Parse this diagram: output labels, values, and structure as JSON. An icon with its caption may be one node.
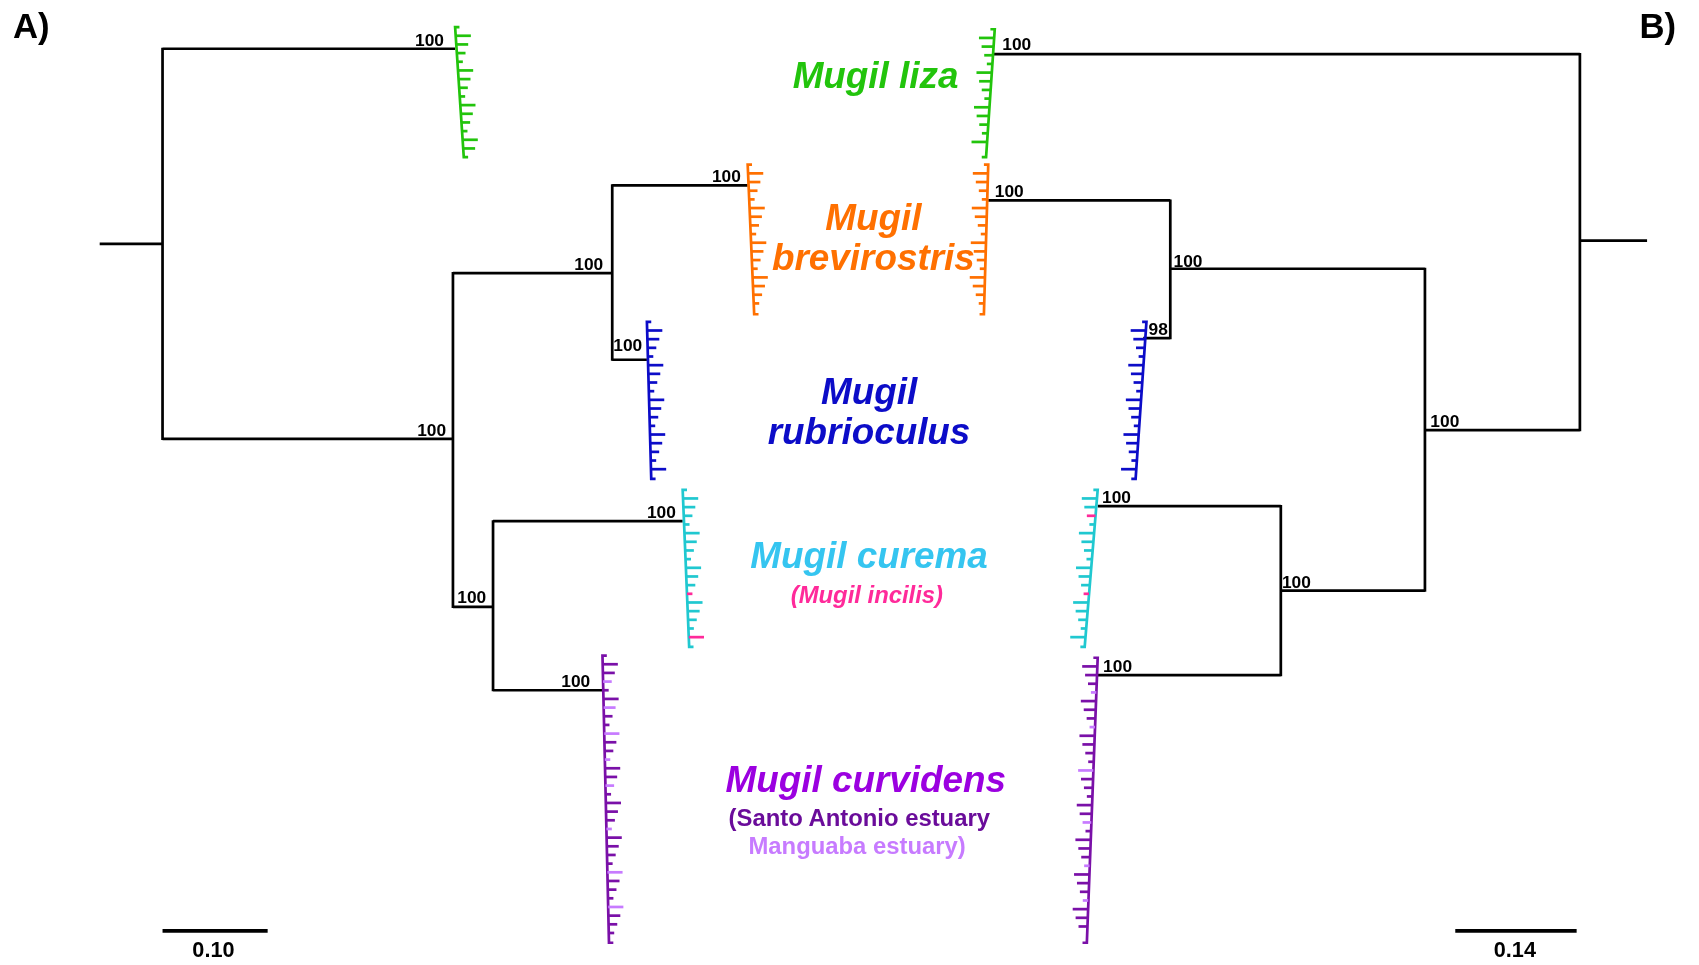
{
  "diagram": {
    "labels": [
      "A)",
      "100",
      "Mugil liza",
      "100",
      "B)",
      "100",
      "Mugil brevirostris",
      "100",
      "100",
      "100",
      "98",
      "100",
      "Mugil rubrioculus",
      "100",
      "100",
      "100",
      "100",
      "Mugil curema",
      "(Mugil incilis)",
      "100",
      "100",
      "100",
      "100",
      "Mugil curvidens",
      "(Santo Antonio estuary",
      "Manguaba estuary)",
      "0.10",
      "0.14"
    ]
  }
}
